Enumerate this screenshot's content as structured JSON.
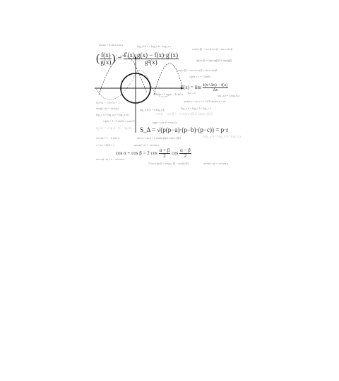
{
  "formulas": {
    "top_left": "sin 2α = 2 sin α cos α",
    "top_log": "log_a^b x = log_a b − log_a x",
    "top_right": "cos(α+β) = cos α cos β − sin α sin β",
    "quot_num_left": "f(x)",
    "quot_den_left": "g(x)",
    "quot_eq": "=",
    "quot_num_right": "f′(x)·g(x) − f(x)·g′(x)",
    "quot_den_right": "g²(x)",
    "tan_sum": "tg(α+β) = (tgα+tgβ)/(1−tgαtgβ)",
    "cos_diff": "cos(α−β) = cos α cos β + sin α sin β",
    "ctg_id": "ctg²α + 1 = 1/sin²α",
    "deriv_lhs": "f′(x) = lim",
    "deriv_lim": "Δx→0",
    "deriv_num": "f(x+Δx) − f(x)",
    "deriv_den": "Δx",
    "sin3": "sin 3α = 3 sin α − 4 sin³ α",
    "log_change": "log_a b = 1/log_b a",
    "sin_pyth": "sin²α + cos²α = 1",
    "arcsin": "arcsin x = α, x = (−1)^k arcsin a + πn",
    "arctg": "arctg(−α) = −arctg α",
    "log_pow": "log_a b^n = n log_a b",
    "log_frac": "log_a b = log_c b / log_c a",
    "cos_half": "cos α − cos β = −2 sin(α+β)/2 sin(α−β)/2",
    "ctg_id2": "ctg²α + 1 = 1/sin²α = cosec²α",
    "log_sum": "log_a x + log_a y = log_a xy",
    "tg_faint": "tg 2α = 2 tg α / (1 − tg²α)",
    "log_ab": "loga + cos x² = sin 2x",
    "heron": "S_Δ = √(p(p−a)·(p−b)·(p−c)) = p·r",
    "cos2": "cos 2α = 1 − 2 sin² α",
    "sin_sum": "sin α + sin β = 2 sin(α+β)/2 cos(α−β)/2",
    "arcsin2": "arcsin(−a) = −arcsin a",
    "log_frac2": "log_a b = log_c b / log_c a",
    "x_sum": "x = (a + b)/2 + c",
    "cos_sum_lhs": "cos α + cos β = 2 cos",
    "cos_sum_a": "α + β",
    "cos_sum_b": "α − β",
    "cos_sum_den": "2",
    "cos_sum_mid": "cos",
    "bottom_small": "2 sin α sin β = cos(α−β) − cos(α+β)",
    "bottom_left": "arccos(−a) = π − arccos a",
    "bottom_right": "arcsin(−a) = −arcsin a"
  }
}
